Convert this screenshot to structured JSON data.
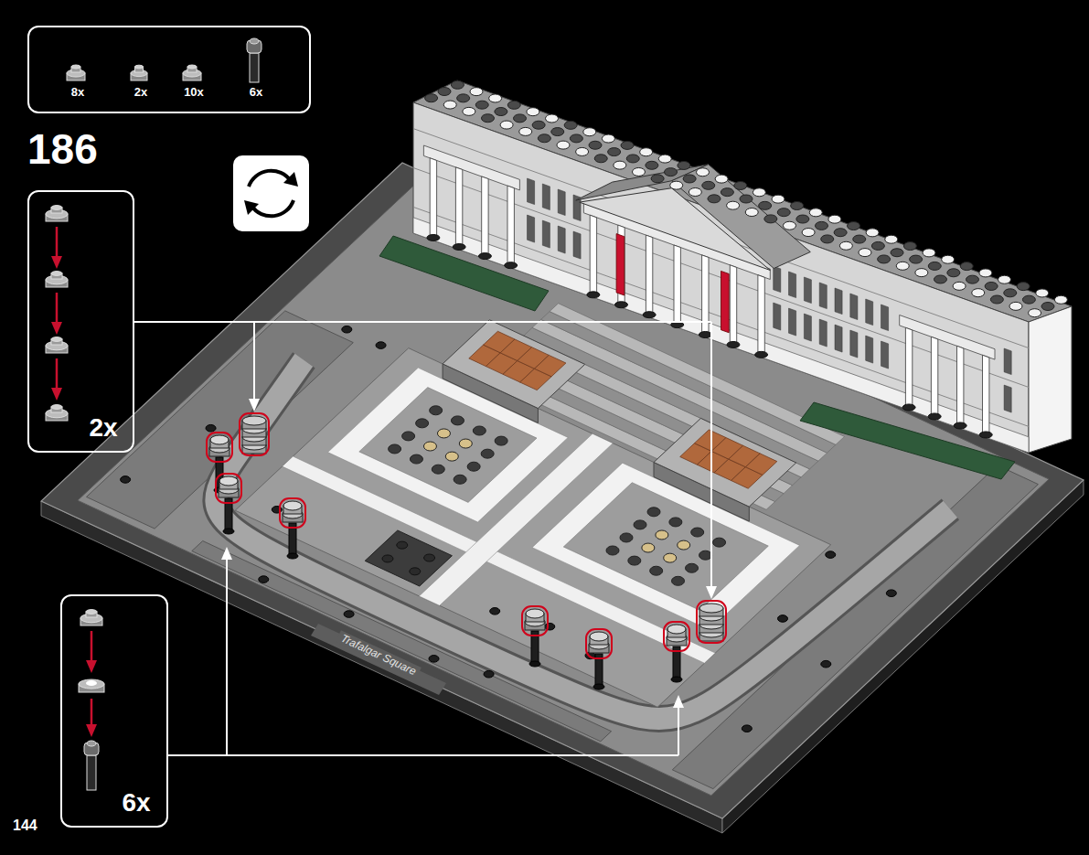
{
  "diagram": {
    "nodes": [
      {
        "text": [
          "8x",
          "2x",
          "10x",
          "6x"
        ]
      },
      {
        "text": [
          "2x"
        ]
      },
      {
        "text": [
          "6x"
        ]
      }
    ],
    "labels": [
      "186",
      "Trafalgar Square",
      "144"
    ]
  }
}
